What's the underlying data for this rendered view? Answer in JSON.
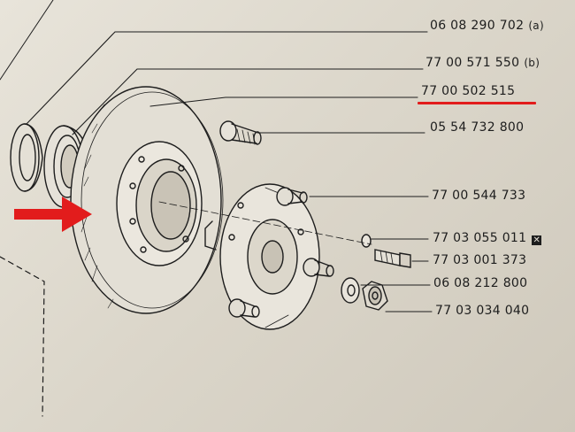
{
  "accent_colors": {
    "highlight": "#e21c1c",
    "ink": "#1d1d1d"
  },
  "callouts": [
    {
      "id": "c1",
      "number": "06 08 290 702",
      "suffix": "(a)"
    },
    {
      "id": "c2",
      "number": "77 00 571 550",
      "suffix": "(b)"
    },
    {
      "id": "c3",
      "number": "77 00 502 515",
      "suffix": "",
      "highlighted": true
    },
    {
      "id": "c4",
      "number": "05 54 732 800",
      "suffix": ""
    },
    {
      "id": "c5",
      "number": "77 00 544 733",
      "suffix": ""
    },
    {
      "id": "c6",
      "number": "77 03 055 011",
      "suffix": "",
      "marked": true
    },
    {
      "id": "c7",
      "number": "77 03 001 373",
      "suffix": ""
    },
    {
      "id": "c8",
      "number": "06 08 212 800",
      "suffix": ""
    },
    {
      "id": "c9",
      "number": "77 03 034 040",
      "suffix": ""
    }
  ],
  "icons": {
    "pointer": "red-arrow-icon",
    "mark": "cross-box-icon"
  }
}
